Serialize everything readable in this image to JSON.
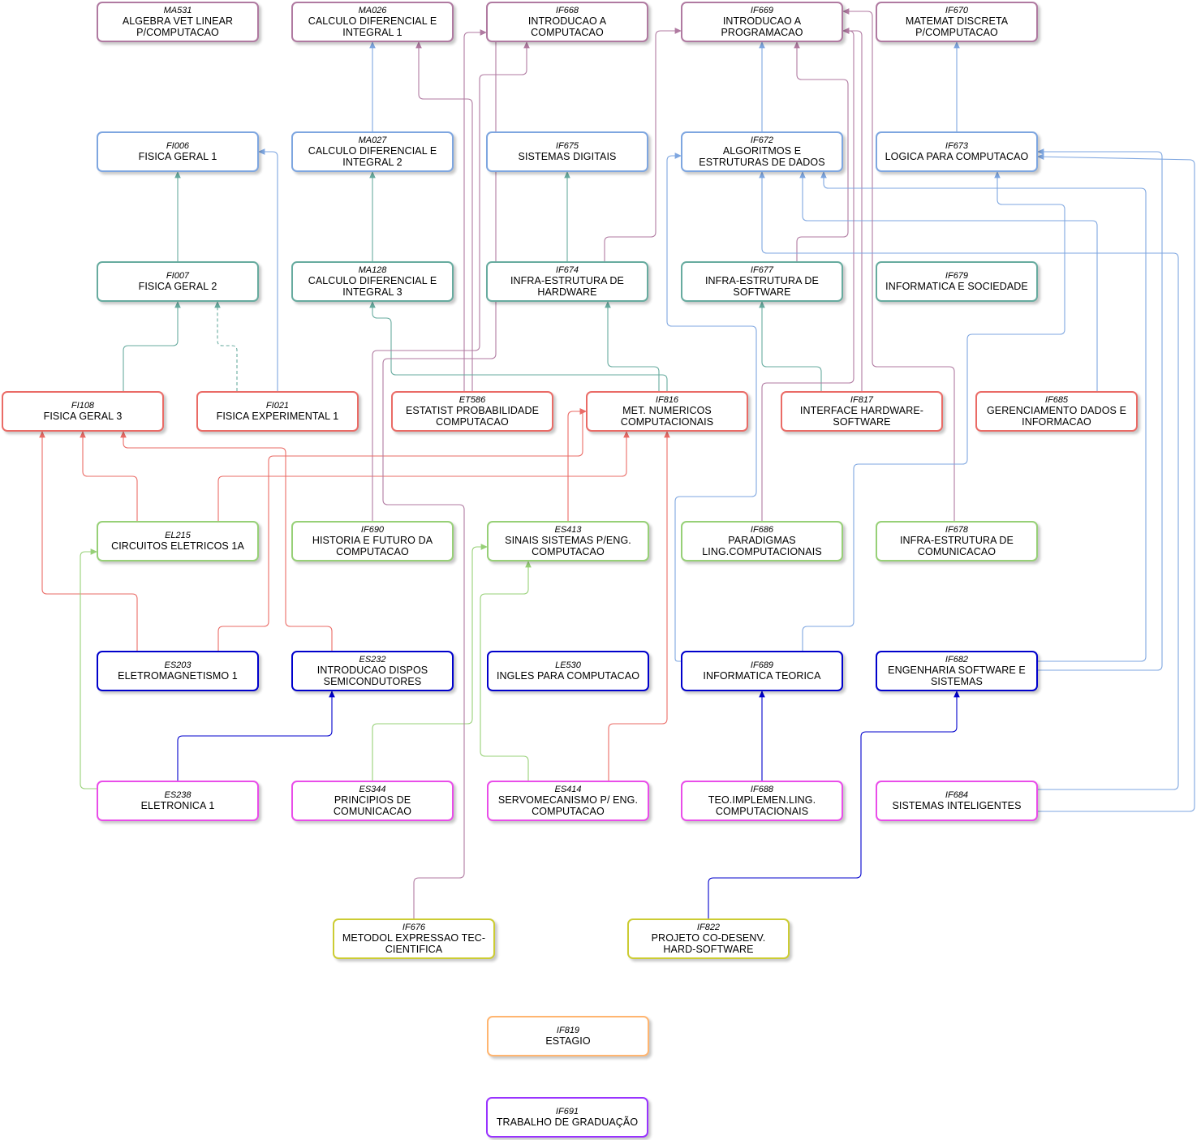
{
  "colors": {
    "purple": "#b07aa1",
    "blue": "#7ea6e0",
    "teal": "#67ab9f",
    "red": "#ea6b66",
    "green": "#97d077",
    "navy": "#0000cc",
    "magenta": "#e94de9",
    "yellow": "#cccc33",
    "orange": "#ffb570",
    "violet": "#9933ff"
  },
  "nodes": {
    "MA531": {
      "code": "MA531",
      "title": "ALGEBRA VET LINEAR P/COMPUTACAO",
      "color": "purple"
    },
    "MA026": {
      "code": "MA026",
      "title": "CALCULO DIFERENCIAL E INTEGRAL 1",
      "color": "purple"
    },
    "IF668": {
      "code": "IF668",
      "title": "INTRODUCAO A COMPUTACAO",
      "color": "purple"
    },
    "IF669": {
      "code": "IF669",
      "title": "INTRODUCAO A PROGRAMACAO",
      "color": "purple"
    },
    "IF670": {
      "code": "IF670",
      "title": "MATEMAT DISCRETA P/COMPUTACAO",
      "color": "purple"
    },
    "FI006": {
      "code": "FI006",
      "title": "FISICA GERAL 1",
      "color": "blue"
    },
    "MA027": {
      "code": "MA027",
      "title": "CALCULO DIFERENCIAL E INTEGRAL 2",
      "color": "blue"
    },
    "IF675": {
      "code": "IF675",
      "title": "SISTEMAS DIGITAIS",
      "color": "blue"
    },
    "IF672": {
      "code": "IF672",
      "title": "ALGORITMOS E ESTRUTURAS DE DADOS",
      "color": "blue"
    },
    "IF673": {
      "code": "IF673",
      "title": "LOGICA PARA COMPUTACAO",
      "color": "blue"
    },
    "FI007": {
      "code": "FI007",
      "title": "FISICA GERAL 2",
      "color": "teal"
    },
    "MA128": {
      "code": "MA128",
      "title": "CALCULO DIFERENCIAL E INTEGRAL 3",
      "color": "teal"
    },
    "IF674": {
      "code": "IF674",
      "title": "INFRA-ESTRUTURA DE HARDWARE",
      "color": "teal"
    },
    "IF677": {
      "code": "IF677",
      "title": "INFRA-ESTRUTURA DE SOFTWARE",
      "color": "teal"
    },
    "IF679": {
      "code": "IF679",
      "title": "INFORMATICA E SOCIEDADE",
      "color": "teal"
    },
    "FI108": {
      "code": "FI108",
      "title": "FISICA GERAL 3",
      "color": "red"
    },
    "FI021": {
      "code": "FI021",
      "title": "FISICA EXPERIMENTAL 1",
      "color": "red"
    },
    "ET586": {
      "code": "ET586",
      "title": "ESTATIST PROBABILIDADE COMPUTACAO",
      "color": "red"
    },
    "IF816": {
      "code": "IF816",
      "title": "MET. NUMERICOS COMPUTACIONAIS",
      "color": "red"
    },
    "IF817": {
      "code": "IF817",
      "title": "INTERFACE HARDWARE-SOFTWARE",
      "color": "red"
    },
    "IF685": {
      "code": "IF685",
      "title": "GERENCIAMENTO DADOS E INFORMACAO",
      "color": "red"
    },
    "EL215": {
      "code": "EL215",
      "title": "CIRCUITOS ELETRICOS 1A",
      "color": "green"
    },
    "IF690": {
      "code": "IF690",
      "title": "HISTORIA E FUTURO DA COMPUTACAO",
      "color": "green"
    },
    "ES413": {
      "code": "ES413",
      "title": "SINAIS SISTEMAS P/ENG. COMPUTACAO",
      "color": "green"
    },
    "IF686": {
      "code": "IF686",
      "title": "PARADIGMAS LING.COMPUTACIONAIS",
      "color": "green"
    },
    "IF678": {
      "code": "IF678",
      "title": "INFRA-ESTRUTURA DE COMUNICACAO",
      "color": "green"
    },
    "ES203": {
      "code": "ES203",
      "title": "ELETROMAGNETISMO 1",
      "color": "navy"
    },
    "ES232": {
      "code": "ES232",
      "title": "INTRODUCAO DISPOS SEMICONDUTORES",
      "color": "navy"
    },
    "LE530": {
      "code": "LE530",
      "title": "INGLES PARA COMPUTACAO",
      "color": "navy"
    },
    "IF689": {
      "code": "IF689",
      "title": "INFORMATICA TEORICA",
      "color": "navy"
    },
    "IF682": {
      "code": "IF682",
      "title": "ENGENHARIA SOFTWARE E SISTEMAS",
      "color": "navy"
    },
    "ES238": {
      "code": "ES238",
      "title": "ELETRONICA 1",
      "color": "magenta"
    },
    "ES344": {
      "code": "ES344",
      "title": "PRINCIPIOS DE COMUNICACAO",
      "color": "magenta"
    },
    "ES414": {
      "code": "ES414",
      "title": "SERVOMECANISMO P/ ENG. COMPUTACAO",
      "color": "magenta"
    },
    "IF688": {
      "code": "IF688",
      "title": "TEO.IMPLEMEN.LING. COMPUTACIONAIS",
      "color": "magenta"
    },
    "IF684": {
      "code": "IF684",
      "title": "SISTEMAS INTELIGENTES",
      "color": "magenta"
    },
    "IF676": {
      "code": "IF676",
      "title": "METODOL EXPRESSAO TEC-CIENTIFICA",
      "color": "yellow"
    },
    "IF822": {
      "code": "IF822",
      "title": "PROJETO CO-DESENV. HARD-SOFTWARE",
      "color": "yellow"
    },
    "IF819": {
      "code": "IF819",
      "title": "ESTAGIO",
      "color": "orange"
    },
    "IF691": {
      "code": "IF691",
      "title": "TRABALHO DE GRADUAÇÃO",
      "color": "violet"
    }
  },
  "edges": [
    {
      "from": "IF672",
      "to": "IF669",
      "color": "blue"
    },
    {
      "from": "IF673",
      "to": "IF670",
      "color": "blue"
    },
    {
      "from": "MA027",
      "to": "MA026",
      "color": "blue"
    },
    {
      "from": "FI007",
      "to": "FI006",
      "color": "teal"
    },
    {
      "from": "MA128",
      "to": "MA027",
      "color": "teal"
    },
    {
      "from": "IF674",
      "to": "IF675",
      "color": "teal"
    },
    {
      "from": "IF674",
      "to": "IF669",
      "color": "purple"
    },
    {
      "from": "IF677",
      "to": "IF669",
      "color": "purple"
    },
    {
      "from": "ET586",
      "to": "MA026",
      "color": "purple"
    },
    {
      "from": "ET586",
      "to": "IF668",
      "color": "purple"
    },
    {
      "from": "FI108",
      "to": "FI007",
      "color": "teal"
    },
    {
      "from": "FI021",
      "to": "FI007",
      "color": "teal",
      "dashed": true
    },
    {
      "from": "FI021",
      "to": "FI006",
      "color": "blue"
    },
    {
      "from": "IF816",
      "to": "MA128",
      "color": "teal"
    },
    {
      "from": "IF816",
      "to": "IF674",
      "color": "teal"
    },
    {
      "from": "IF817",
      "to": "IF677",
      "color": "teal"
    },
    {
      "from": "IF817",
      "to": "IF669",
      "color": "purple"
    },
    {
      "from": "IF685",
      "to": "IF672",
      "color": "blue"
    },
    {
      "from": "EL215",
      "to": "FI108",
      "color": "red"
    },
    {
      "from": "EL215",
      "to": "IF816",
      "color": "red"
    },
    {
      "from": "IF690",
      "to": "IF668",
      "color": "purple"
    },
    {
      "from": "ES413",
      "to": "IF816",
      "color": "red"
    },
    {
      "from": "IF686",
      "to": "IF669",
      "color": "purple"
    },
    {
      "from": "IF678",
      "to": "IF669",
      "color": "purple"
    },
    {
      "from": "ES203",
      "to": "FI108",
      "color": "red"
    },
    {
      "from": "ES203",
      "to": "IF816",
      "color": "red"
    },
    {
      "from": "ES232",
      "to": "FI108",
      "color": "red"
    },
    {
      "from": "IF689",
      "to": "IF672",
      "color": "blue"
    },
    {
      "from": "IF689",
      "to": "IF673",
      "color": "blue"
    },
    {
      "from": "IF682",
      "to": "IF672",
      "color": "blue"
    },
    {
      "from": "IF682",
      "to": "IF673",
      "color": "blue"
    },
    {
      "from": "ES238",
      "to": "ES232",
      "color": "navy"
    },
    {
      "from": "ES238",
      "to": "EL215",
      "color": "green"
    },
    {
      "from": "ES344",
      "to": "ES413",
      "color": "green"
    },
    {
      "from": "ES414",
      "to": "ES413",
      "color": "green"
    },
    {
      "from": "ES414",
      "to": "IF816",
      "color": "red"
    },
    {
      "from": "IF688",
      "to": "IF689",
      "color": "navy"
    },
    {
      "from": "IF684",
      "to": "IF672",
      "color": "blue"
    },
    {
      "from": "IF684",
      "to": "IF673",
      "color": "blue"
    },
    {
      "from": "IF676",
      "to": "IF668",
      "color": "purple"
    },
    {
      "from": "IF822",
      "to": "IF682",
      "color": "navy"
    }
  ]
}
